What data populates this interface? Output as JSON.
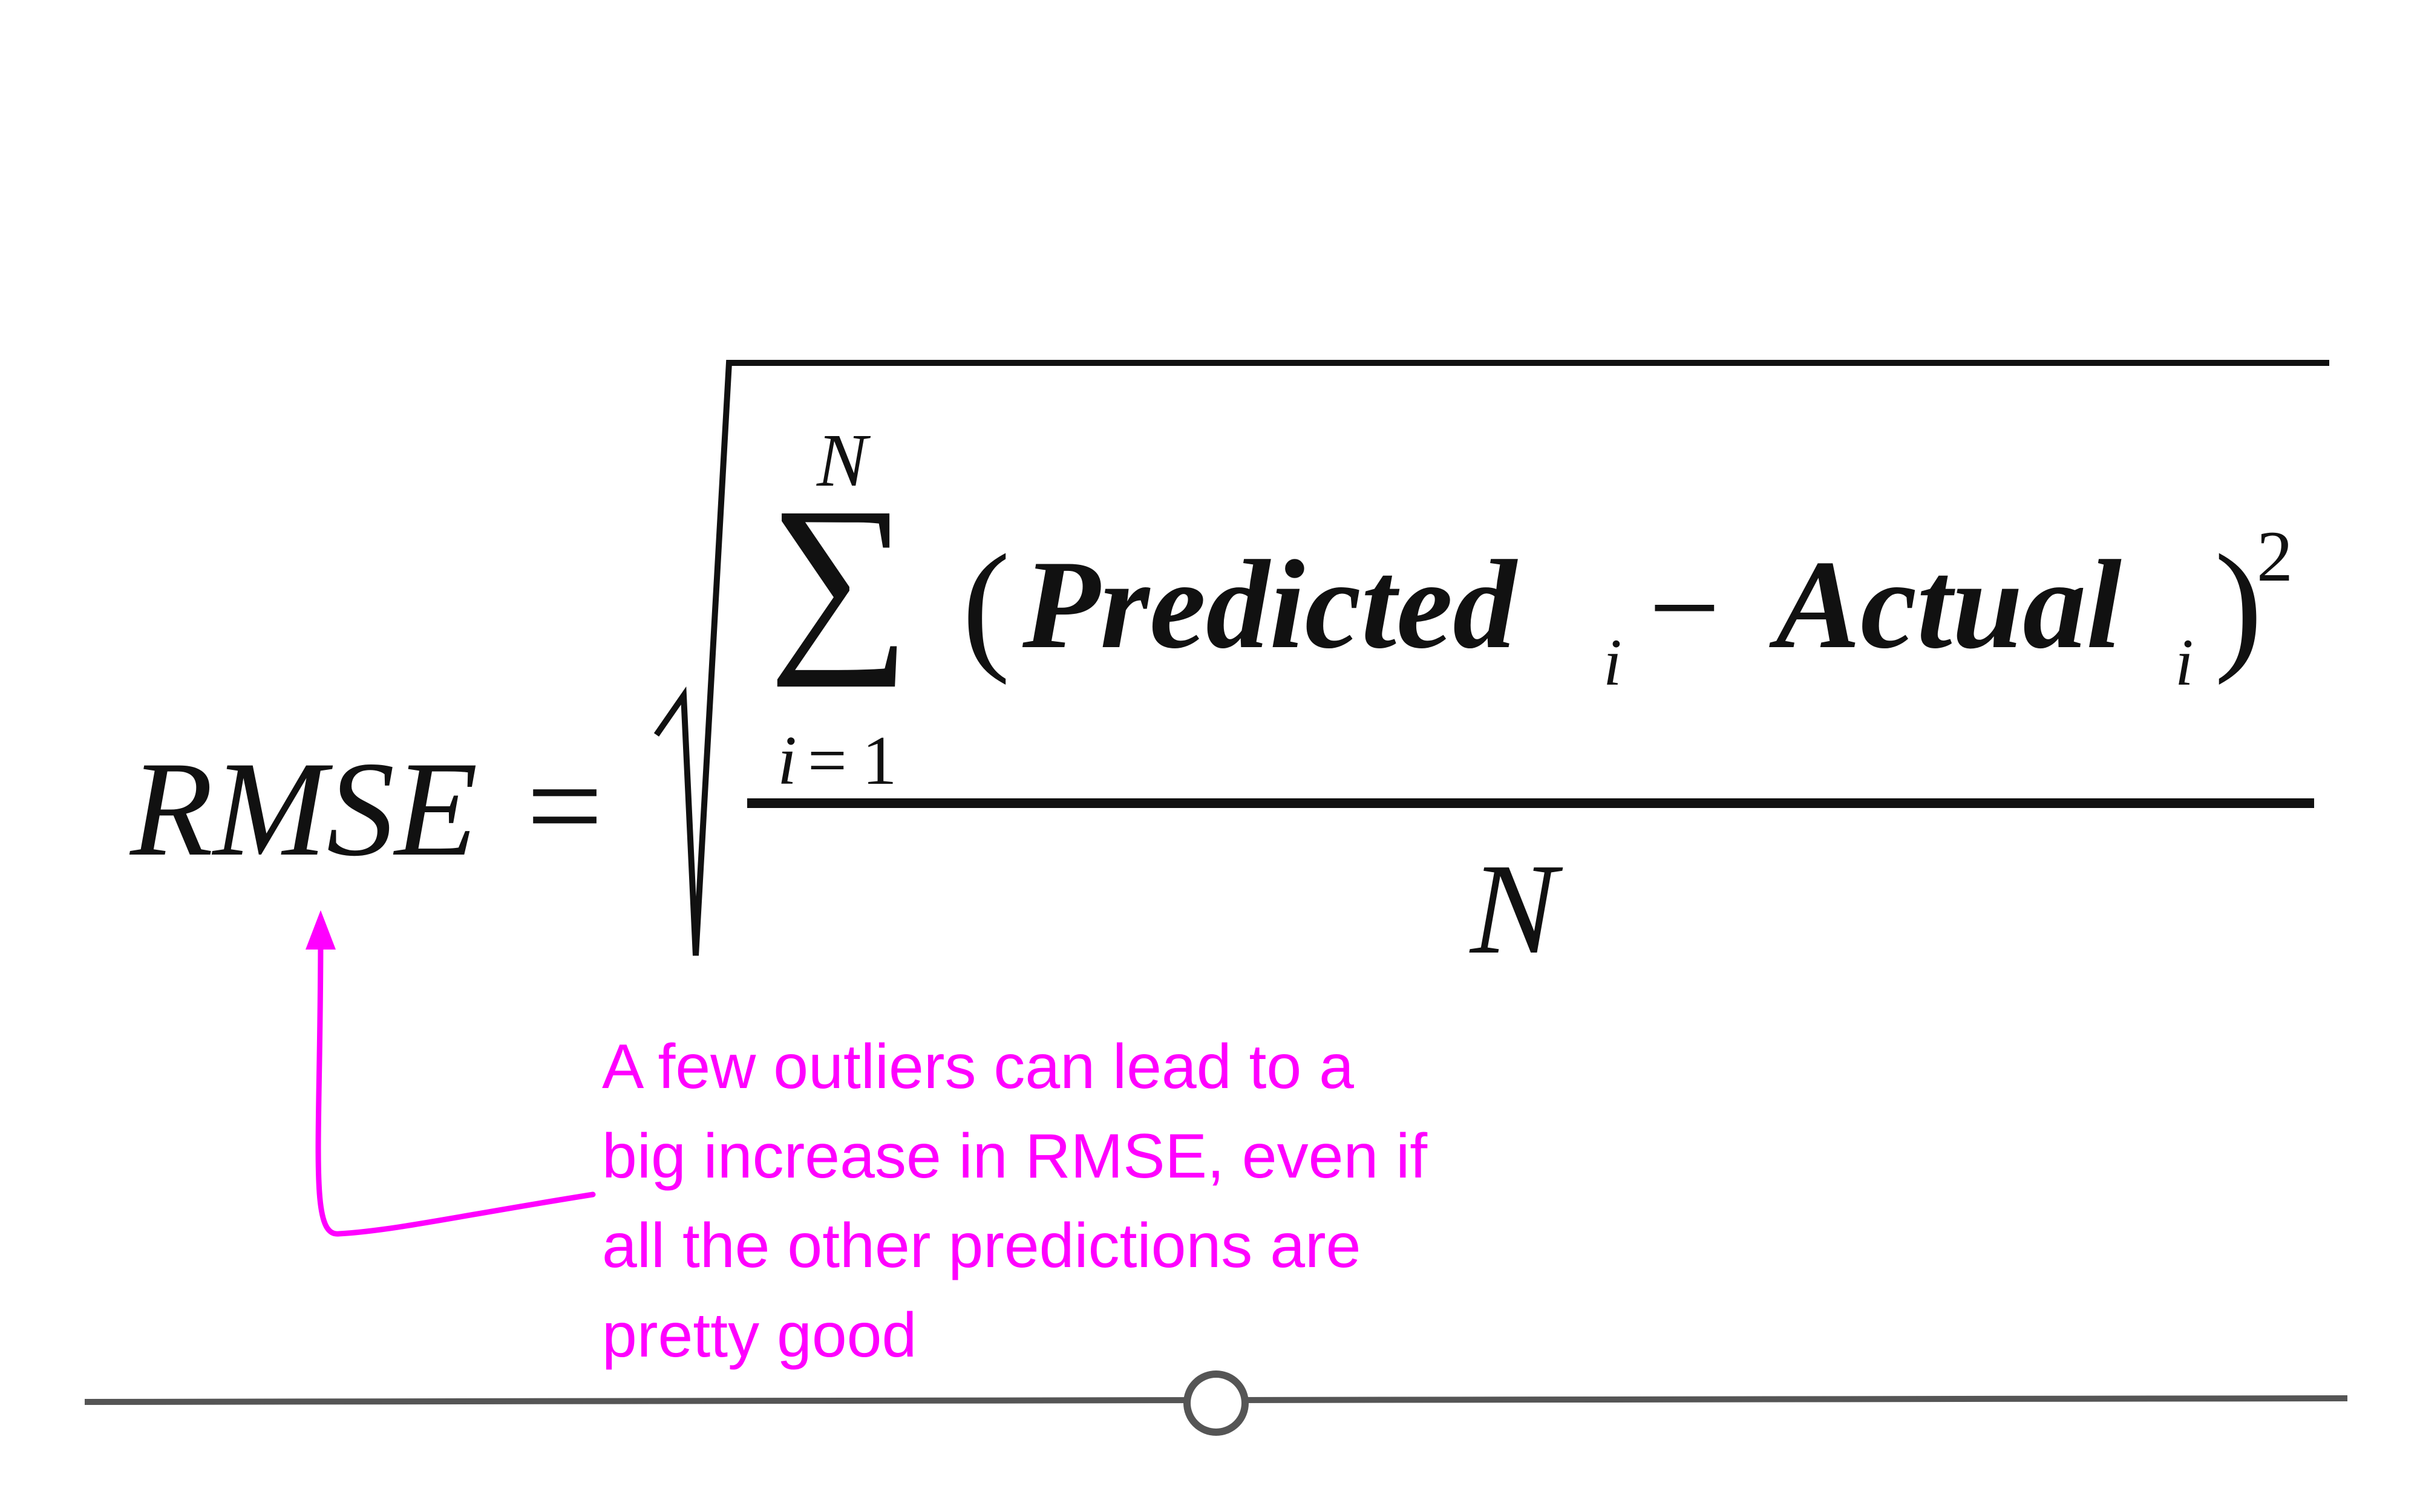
{
  "formula": {
    "lhs": "RMSE",
    "equals": "=",
    "sum_symbol": "∑",
    "sum_upper": "N",
    "sum_lower_var": "i",
    "sum_lower_eq": "=",
    "sum_lower_val": "1",
    "open_paren": "(",
    "term1": "Predicted",
    "term1_sub": "i",
    "minus": "−",
    "term2": "Actual",
    "term2_sub": "i",
    "close_paren": ")",
    "exponent": "2",
    "denominator": "N"
  },
  "annotation": {
    "lines": [
      "A few outliers can lead to a",
      "big increase in RMSE, even if",
      "all the other predictions are",
      "pretty good"
    ],
    "color": "#ff00ff"
  },
  "slider": {
    "value_fraction": 0.5
  }
}
